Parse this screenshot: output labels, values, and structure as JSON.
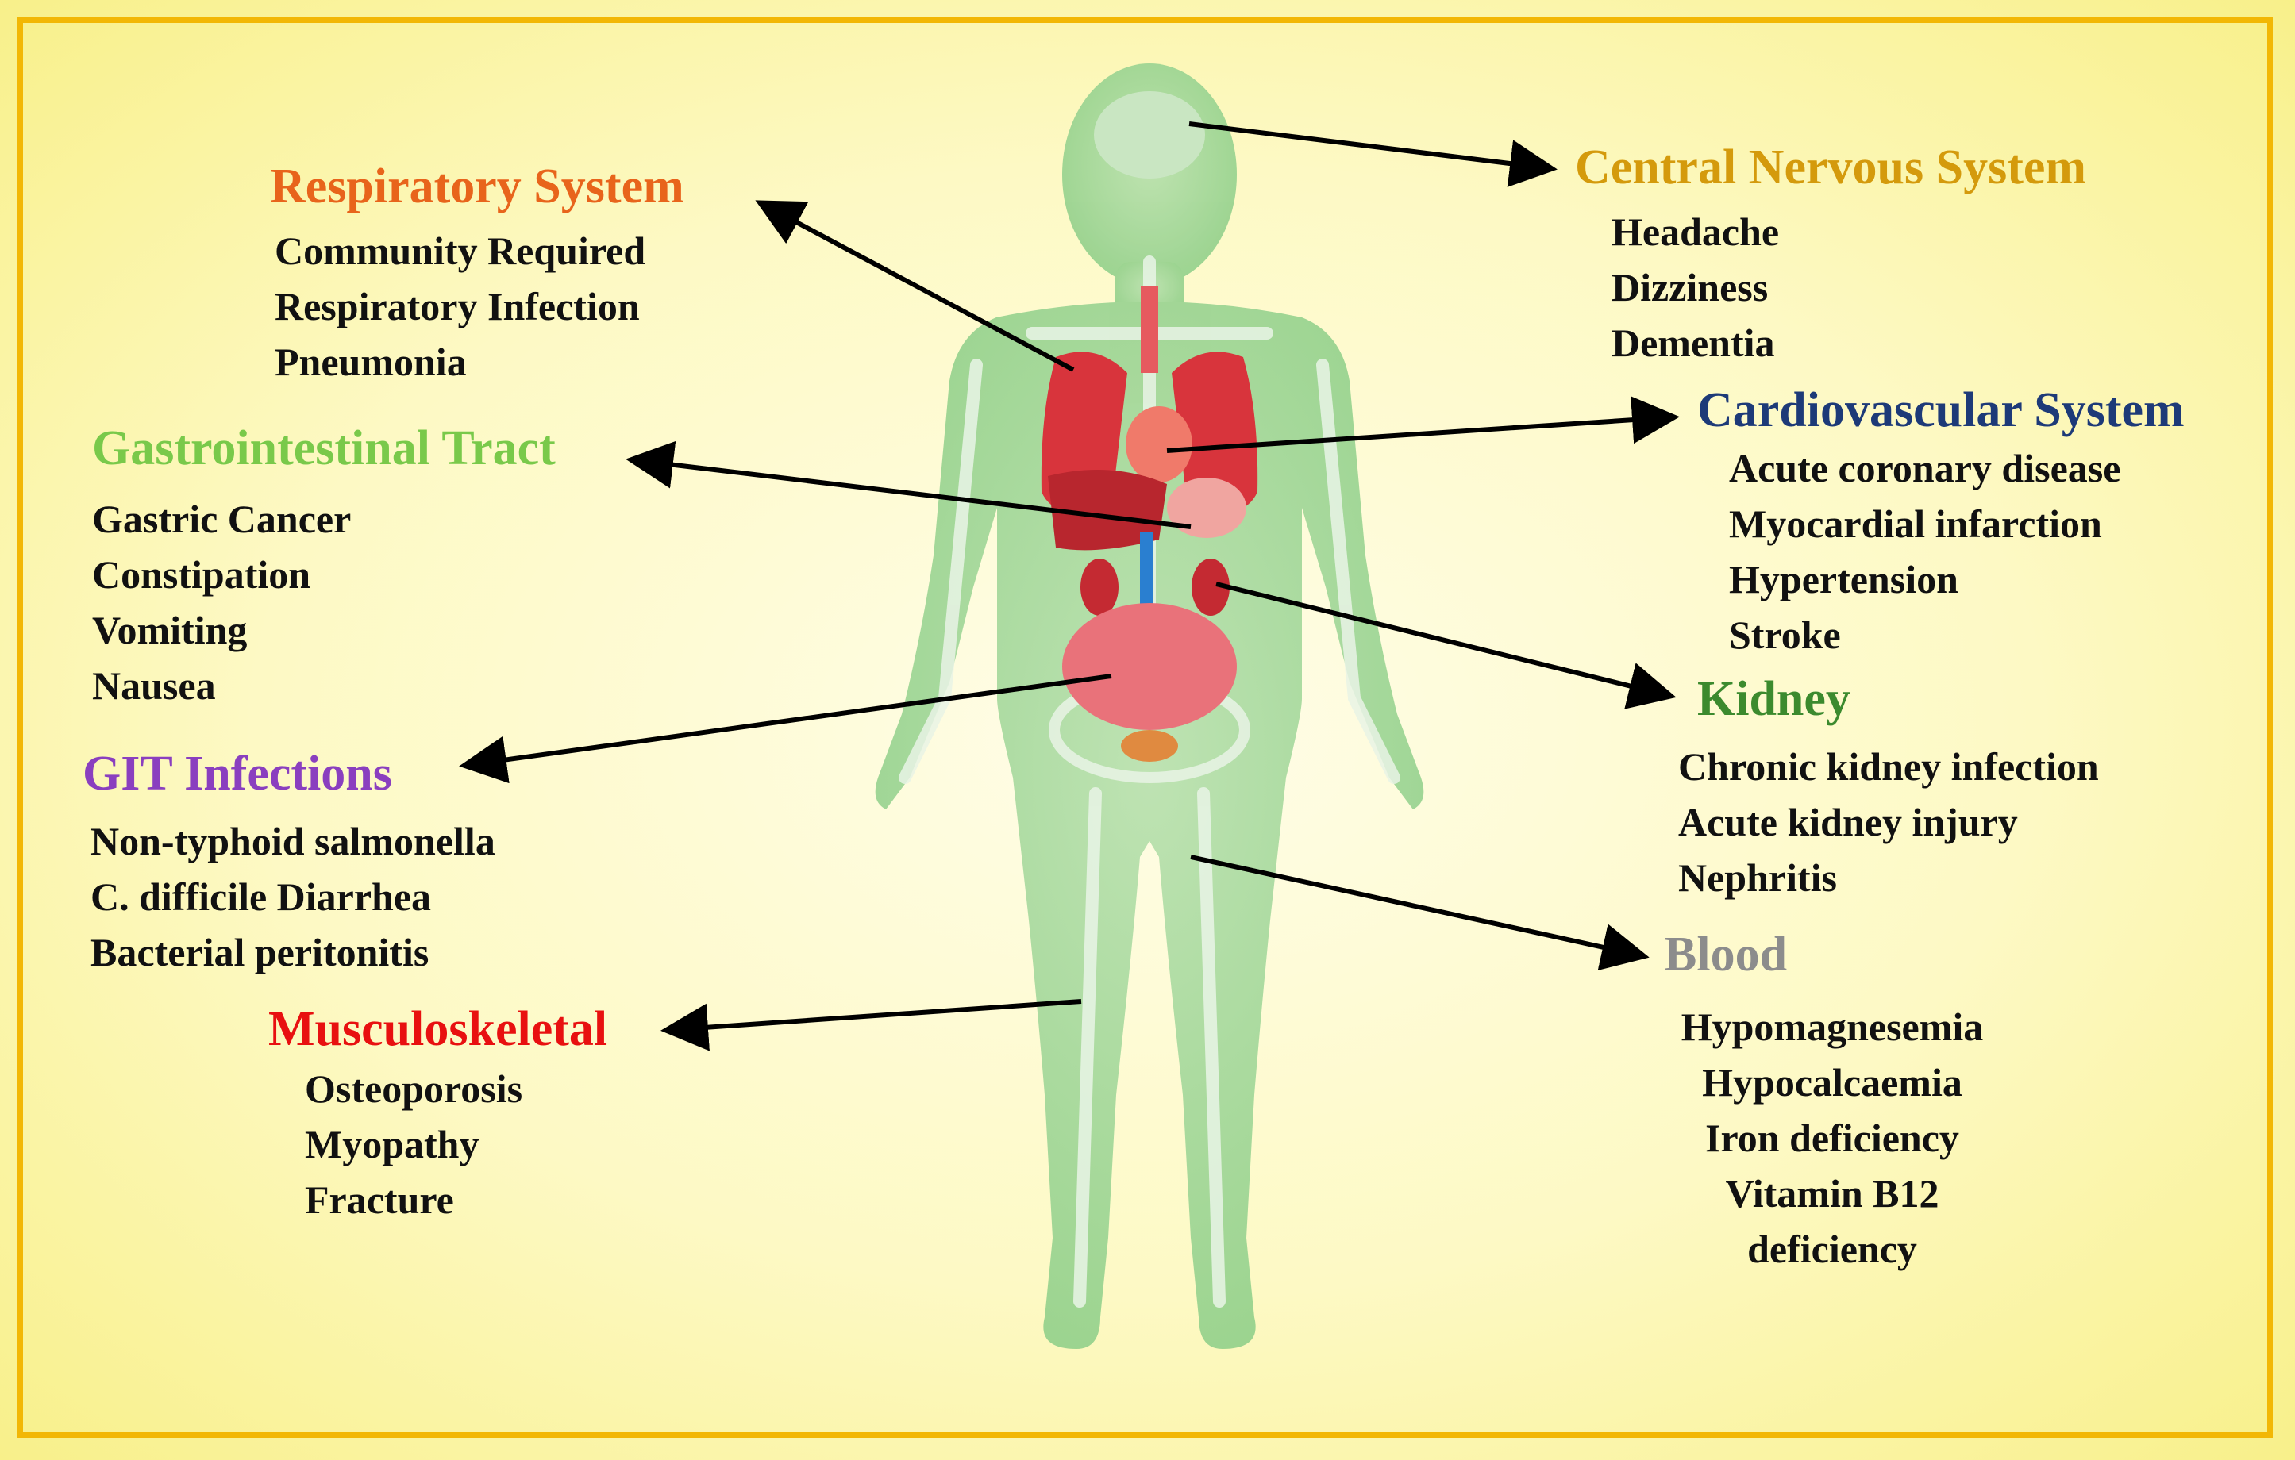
{
  "colors": {
    "background": "#fdf9c4",
    "frame": "#f2b705",
    "respiratory": "#e8641b",
    "gastrointestinal": "#79c94a",
    "git_infections": "#8a3fbf",
    "musculoskeletal": "#e81010",
    "central_nervous": "#d49a0c",
    "cardiovascular": "#1d3a78",
    "kidney": "#3c8a2e",
    "blood": "#8c8c8c",
    "body": "#9fd49a",
    "organs": "#d8343c",
    "arrow": "#000000"
  },
  "body_icon": "human-body-anatomy-illustration",
  "groups": {
    "respiratory": {
      "heading": "Respiratory System",
      "items": [
        "Community Required",
        "Respiratory Infection",
        "Pneumonia"
      ]
    },
    "gastrointestinal": {
      "heading": "Gastrointestinal Tract",
      "items": [
        "Gastric Cancer",
        "Constipation",
        "Vomiting",
        "Nausea"
      ]
    },
    "git_infections": {
      "heading": "GIT Infections",
      "items": [
        "Non-typhoid salmonella",
        "C. difficile Diarrhea",
        "Bacterial peritonitis"
      ]
    },
    "musculoskeletal": {
      "heading": "Musculoskeletal",
      "items": [
        "Osteoporosis",
        "Myopathy",
        "Fracture"
      ]
    },
    "central_nervous": {
      "heading": "Central Nervous System",
      "items": [
        "Headache",
        "Dizziness",
        "Dementia"
      ]
    },
    "cardiovascular": {
      "heading": "Cardiovascular System",
      "items": [
        "Acute coronary disease",
        "Myocardial infarction",
        "Hypertension",
        "Stroke"
      ]
    },
    "kidney": {
      "heading": "Kidney",
      "items": [
        "Chronic kidney infection",
        "Acute kidney injury",
        "Nephritis"
      ]
    },
    "blood": {
      "heading": "Blood",
      "items": [
        "Hypomagnesemia",
        "Hypocalcaemia",
        "Iron deficiency",
        "Vitamin B12",
        "deficiency"
      ]
    }
  }
}
